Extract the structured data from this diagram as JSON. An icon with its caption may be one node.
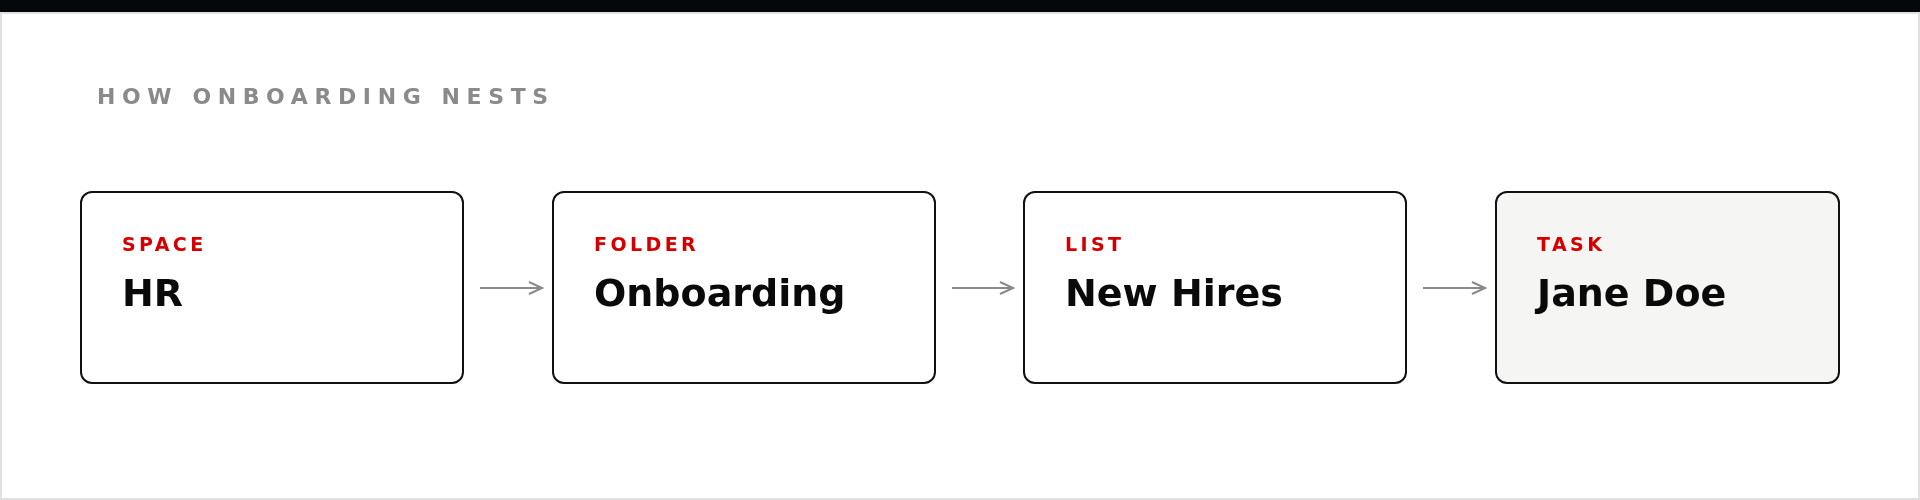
{
  "diagram": {
    "title": "HOW ONBOARDING NESTS",
    "nodes": [
      {
        "text": [
          "SPACE",
          "HR"
        ]
      },
      {
        "text": [
          "FOLDER",
          "Onboarding"
        ]
      },
      {
        "text": [
          "LIST",
          "New Hires"
        ]
      },
      {
        "text": [
          "TASK",
          "Jane Doe"
        ]
      }
    ],
    "edges": [
      {
        "from": 0,
        "to": 1,
        "arrow": "to"
      },
      {
        "from": 1,
        "to": 2,
        "arrow": "to"
      },
      {
        "from": 2,
        "to": 3,
        "arrow": "to"
      }
    ]
  }
}
